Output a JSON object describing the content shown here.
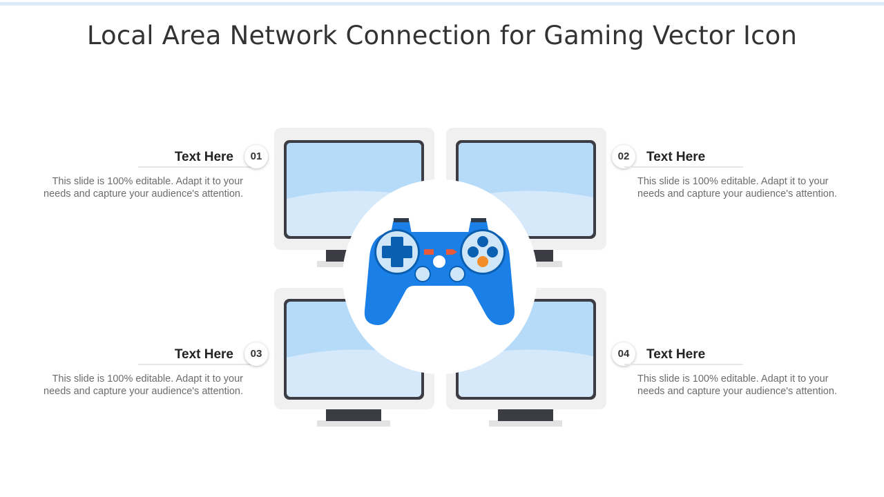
{
  "title": "Local Area Network Connection for Gaming Vector Icon",
  "colors": {
    "accent_bar": "#dcebf9",
    "monitor_frame": "#f0f0f0",
    "monitor_bezel": "#3c3c44",
    "screen_light": "#d5e9fa",
    "screen_top": "#b5dbf9",
    "controller_blue": "#1a7fe6",
    "controller_dark": "#0b5fb0",
    "button_light": "#cfe6f8",
    "dot_orange": "#f28c2a",
    "arrow_red": "#e85a3a"
  },
  "items": [
    {
      "number": "01",
      "heading": "Text Here",
      "description": "This slide is 100% editable. Adapt it to your needs and capture your audience's attention."
    },
    {
      "number": "02",
      "heading": "Text Here",
      "description": "This slide is 100% editable. Adapt it to your needs and capture your audience's attention."
    },
    {
      "number": "03",
      "heading": "Text Here",
      "description": "This slide is 100% editable. Adapt it to your needs and capture your audience's attention."
    },
    {
      "number": "04",
      "heading": "Text Here",
      "description": "This slide is 100% editable. Adapt it to your needs and capture your audience's attention."
    }
  ],
  "icons": [
    "monitor-icon",
    "gamepad-icon"
  ]
}
